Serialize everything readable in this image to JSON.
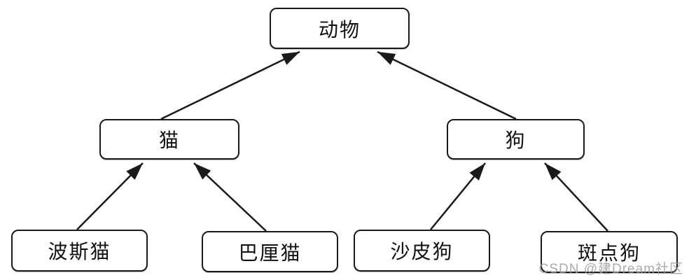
{
  "diagram": {
    "type": "class-inheritance-tree",
    "arrow_color": "#1a1a1a",
    "box_border_color": "#1a1a1a",
    "box_fill_color": "#ffffff",
    "nodes": [
      {
        "id": "animal",
        "label": "动物"
      },
      {
        "id": "cat",
        "label": "猫"
      },
      {
        "id": "dog",
        "label": "狗"
      },
      {
        "id": "persian-cat",
        "label": "波斯猫"
      },
      {
        "id": "balinese-cat",
        "label": "巴厘猫"
      },
      {
        "id": "shar-pei-dog",
        "label": "沙皮狗"
      },
      {
        "id": "dalmatian-dog",
        "label": "斑点狗"
      }
    ],
    "edges": [
      {
        "from": "cat",
        "to": "animal"
      },
      {
        "from": "dog",
        "to": "animal"
      },
      {
        "from": "persian-cat",
        "to": "cat"
      },
      {
        "from": "balinese-cat",
        "to": "cat"
      },
      {
        "from": "shar-pei-dog",
        "to": "dog"
      },
      {
        "from": "dalmatian-dog",
        "to": "dog"
      }
    ]
  },
  "watermark": {
    "text": "CSDN @建Dream社区"
  }
}
